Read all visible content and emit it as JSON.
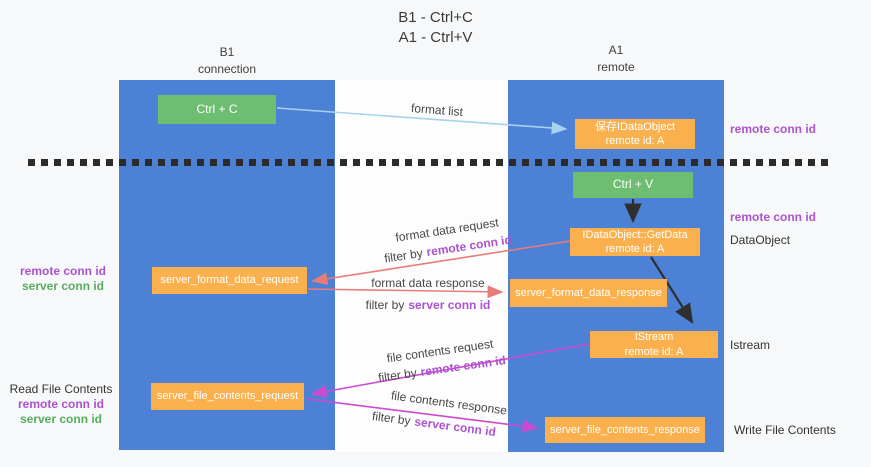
{
  "title": {
    "line1": "B1 - Ctrl+C",
    "line2": "A1 - Ctrl+V"
  },
  "columns": {
    "left": {
      "name": "B1",
      "role": "connection"
    },
    "right": {
      "name": "A1",
      "role": "remote"
    }
  },
  "boxes": {
    "ctrl_c": {
      "label": "Ctrl + C"
    },
    "save_dataobject": {
      "line1": "保存IDataObject",
      "line2": "remote id: A"
    },
    "ctrl_v": {
      "label": "Ctrl + V"
    },
    "getdata": {
      "line1": "IDataObject::GetData",
      "line2": "remote id: A"
    },
    "server_format_data_request": {
      "label": "server_format_data_request"
    },
    "server_format_data_response": {
      "label": "server_format_data_response"
    },
    "istream": {
      "line1": "IStream",
      "line2": "remote id: A"
    },
    "server_file_contents_request": {
      "label": "server_file_contents_request"
    },
    "server_file_contents_response": {
      "label": "server_file_contents_response"
    }
  },
  "flows": [
    {
      "label": "format list"
    },
    {
      "label": "format data request",
      "filter_prefix": "filter by",
      "filter_key": "remote conn id"
    },
    {
      "label": "format data response",
      "filter_prefix": "filter by",
      "filter_key": "server conn id"
    },
    {
      "label": "file contents request",
      "filter_prefix": "filter by",
      "filter_key": "remote conn id"
    },
    {
      "label": "file contents response",
      "filter_prefix": "filter by",
      "filter_key": "server conn id"
    }
  ],
  "side_labels": {
    "right": [
      {
        "text": "remote conn id"
      },
      {
        "text": "remote conn id"
      },
      {
        "text": "DataObject"
      },
      {
        "text": "Istream"
      },
      {
        "text": "Write File Contents"
      }
    ],
    "left": [
      {
        "text": "remote conn id"
      },
      {
        "text": "server conn id"
      },
      {
        "text": "Read File Contents"
      },
      {
        "text": "remote conn id"
      },
      {
        "text": "server conn id"
      }
    ]
  },
  "colors": {
    "lane_blue": "#4d81d6",
    "green_box": "#6ebe71",
    "orange_box": "#fbb04e",
    "purple_text": "#ab53cf",
    "green_text": "#56ae5e",
    "arrow_blue": "#a5d3ef",
    "arrow_red": "#e87c79",
    "arrow_magenta": "#ca4bd0",
    "arrow_black": "#2f2f2f"
  }
}
